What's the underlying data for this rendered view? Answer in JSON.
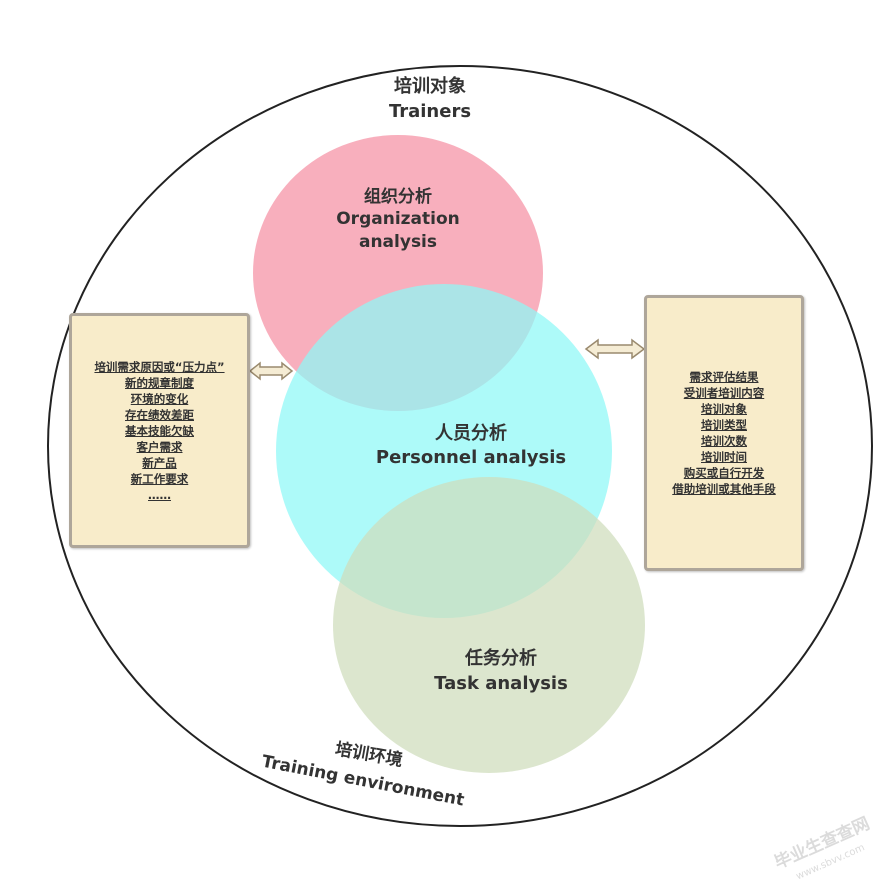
{
  "colors": {
    "organization": "#f7a1b2",
    "personnel": "#8df8f6",
    "task": "#cfdcbb",
    "box_fill": "#f8ecca",
    "box_border": "#aea69a",
    "outer_stroke": "#222222",
    "text": "#333333"
  },
  "trainers": {
    "cn": "培训对象",
    "en": "Trainers"
  },
  "organization": {
    "cn": "组织分析",
    "en_line1": "Organization",
    "en_line2": "analysis"
  },
  "personnel": {
    "cn": "人员分析",
    "en": "Personnel analysis"
  },
  "task": {
    "cn": "任务分析",
    "en": "Task analysis"
  },
  "environment": {
    "cn": "培训环境",
    "en": "Training environment"
  },
  "left_box": {
    "items": [
      "培训需求原因或“压力点”",
      "新的规章制度",
      "环境的变化",
      "存在绩效差距",
      "基本技能欠缺",
      "客户需求",
      "新产品",
      "新工作要求",
      "……"
    ]
  },
  "right_box": {
    "items": [
      "需求评估结果",
      "受训者培训内容",
      "培训对象",
      "培训类型",
      "培训次数",
      "培训时间",
      "购买或自行开发",
      "借助培训或其他手段"
    ]
  },
  "watermark": {
    "cn": "毕业生查查网",
    "url": "www.sbvv.com"
  },
  "icons": {
    "double_arrow": "double-arrow-icon"
  }
}
